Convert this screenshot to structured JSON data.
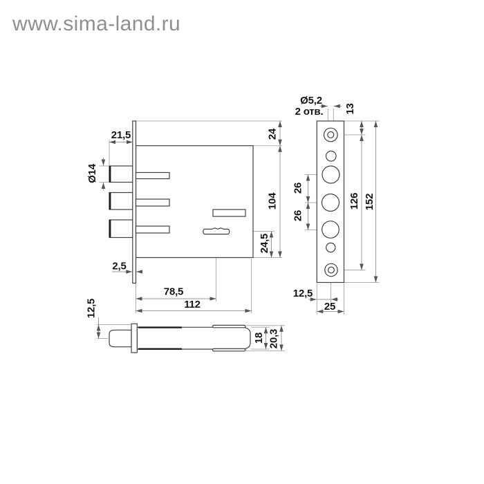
{
  "watermark": "www.sima-land.ru",
  "dims": {
    "front": {
      "bolt_protrusion": "21,5",
      "bolt_diameter": "Ø14",
      "faceplate_thickness": "2,5",
      "keyhole_offset": "78,5",
      "body_width": "112",
      "top_offset": "24",
      "body_height": "104",
      "keyhole_bottom_offset": "24,5"
    },
    "plate": {
      "screw_hole_diameter": "Ø5,2",
      "screw_hole_count": "2 отв.",
      "screw_top_offset": "13",
      "bolt_spacing_upper": "26",
      "bolt_spacing_lower": "26",
      "screw_spacing": "126",
      "plate_length": "152",
      "screw_edge_offset": "12,5",
      "plate_width": "25"
    },
    "side": {
      "bolt_axis_offset": "12,5",
      "case_thickness": "18",
      "overall_thickness": "20,3"
    }
  }
}
